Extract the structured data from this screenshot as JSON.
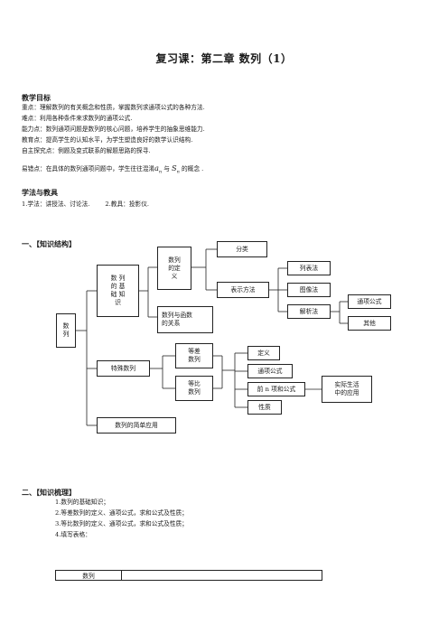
{
  "doc": {
    "title": "复习课：第二章 数列（1）",
    "section_goals": {
      "heading": "教学目标",
      "lines": [
        "重点：理解数列的有关概念和性质，掌握数列求通项公式的各种方法.",
        "难点：利用各种条件来求数列的通项公式.",
        "能力点：数列通项问题是数列的核心问题，培养学生的抽象思维能力.",
        "教育点：提高学生的认知水平，为学生塑造良好的数学认识结构.",
        "自主探究点：例题及变式联系的解题思路的探寻."
      ],
      "easy_error_prefix": "易错点：在具体的数列通项问题中，学生往往混淆",
      "var_a": "a",
      "sub_n1": "n",
      "mid_text": "与",
      "var_s": "S",
      "sub_n2": "n",
      "easy_error_suffix": "的概念 ."
    },
    "section_methods": {
      "heading": "学法与教具",
      "line": "1.学法：讲授法、讨论法.        2.教具：投影仪."
    },
    "section_structure": {
      "heading": "一、【知识结构】",
      "nodes": {
        "root": "数\n列",
        "basic": "数 列\n的 基\n础 知\n识",
        "def": "数列\n的定\n义",
        "classify": "分类",
        "represent": "表示方法",
        "list_method": "列表法",
        "graph_method": "图像法",
        "analytic_method": "解析法",
        "general_formula": "通项公式",
        "other": "其他",
        "func_relation": "数列与函数\n的关系",
        "special": "特殊数列",
        "arith": "等差\n数列",
        "geom": "等比\n数列",
        "definition": "定义",
        "general_term": "通项公式",
        "sum_formula": "前 n 项和公式",
        "property": "性质",
        "real_app": "实际生活\n中的应用",
        "simple_app": "数列的简单应用"
      }
    },
    "section_review": {
      "heading": "二、【知识梳理】",
      "items": [
        "1.数列的基础知识；",
        "2.等差数列的定义、通项公式，求和公式及性质；",
        "3.等比数列的定义、通项公式，求和公式及性质；",
        "4.填写表格："
      ]
    },
    "table": {
      "cell1": "数列",
      "cell2": ""
    }
  }
}
